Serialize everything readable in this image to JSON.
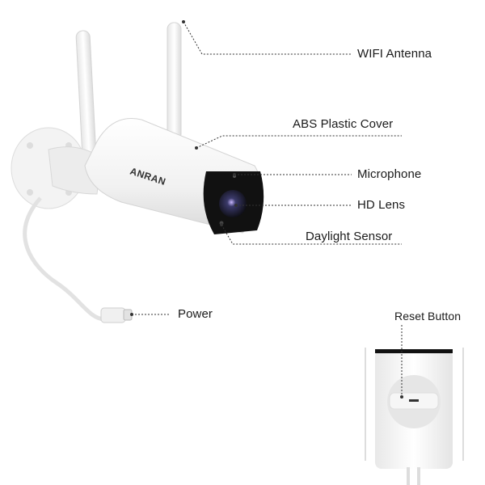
{
  "logo": "ANRAN",
  "callouts": {
    "wifi_antenna": "WIFI Antenna",
    "abs_plastic_cover": "ABS Plastic Cover",
    "microphone": "Microphone",
    "hd_lens": "HD Lens",
    "daylight_sensor": "Daylight Sensor",
    "power": "Power",
    "reset_button": "Reset Button"
  },
  "colors": {
    "leader_line": "#333333",
    "body": "#f4f4f4",
    "lens_face": "#111111"
  }
}
